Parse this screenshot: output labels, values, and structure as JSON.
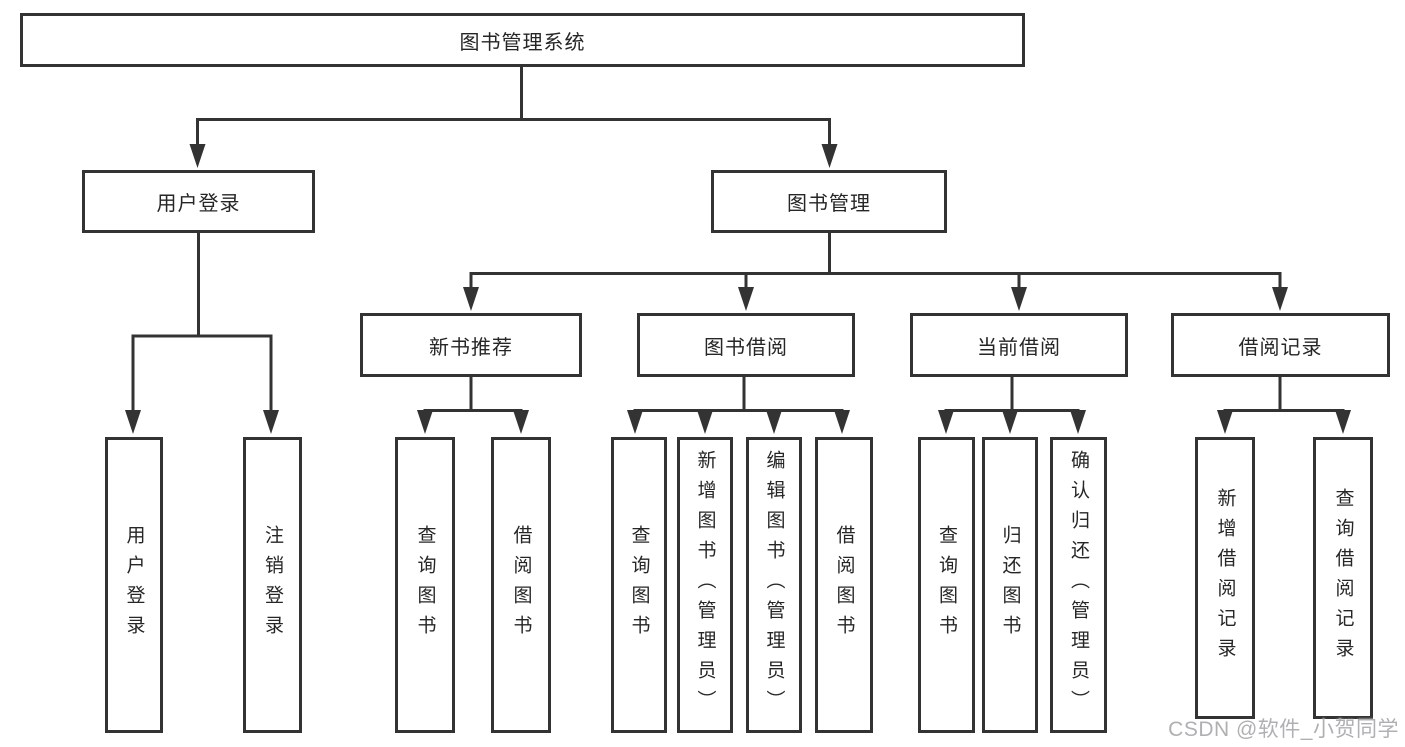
{
  "diagram": {
    "root": {
      "label": "图书管理系统"
    },
    "level1": [
      {
        "label": "用户登录",
        "leaves": [
          "用户登录",
          "注销登录"
        ]
      },
      {
        "label": "图书管理"
      }
    ],
    "level2": [
      {
        "label": "新书推荐",
        "leaves": [
          "查询图书",
          "借阅图书"
        ]
      },
      {
        "label": "图书借阅",
        "leaves": [
          "查询图书",
          "新增图书（管理员）",
          "编辑图书（管理员）",
          "借阅图书"
        ]
      },
      {
        "label": "当前借阅",
        "leaves": [
          "查询图书",
          "归还图书",
          "确认归还（管理员）"
        ]
      },
      {
        "label": "借阅记录",
        "leaves": [
          "新增借阅记录",
          "查询借阅记录"
        ]
      }
    ]
  },
  "watermark": {
    "text": "CSDN @软件_小贺同学",
    "color": "#b0b0b3"
  },
  "colors": {
    "line": "#333333",
    "text": "#262626",
    "background": "#ffffff"
  }
}
